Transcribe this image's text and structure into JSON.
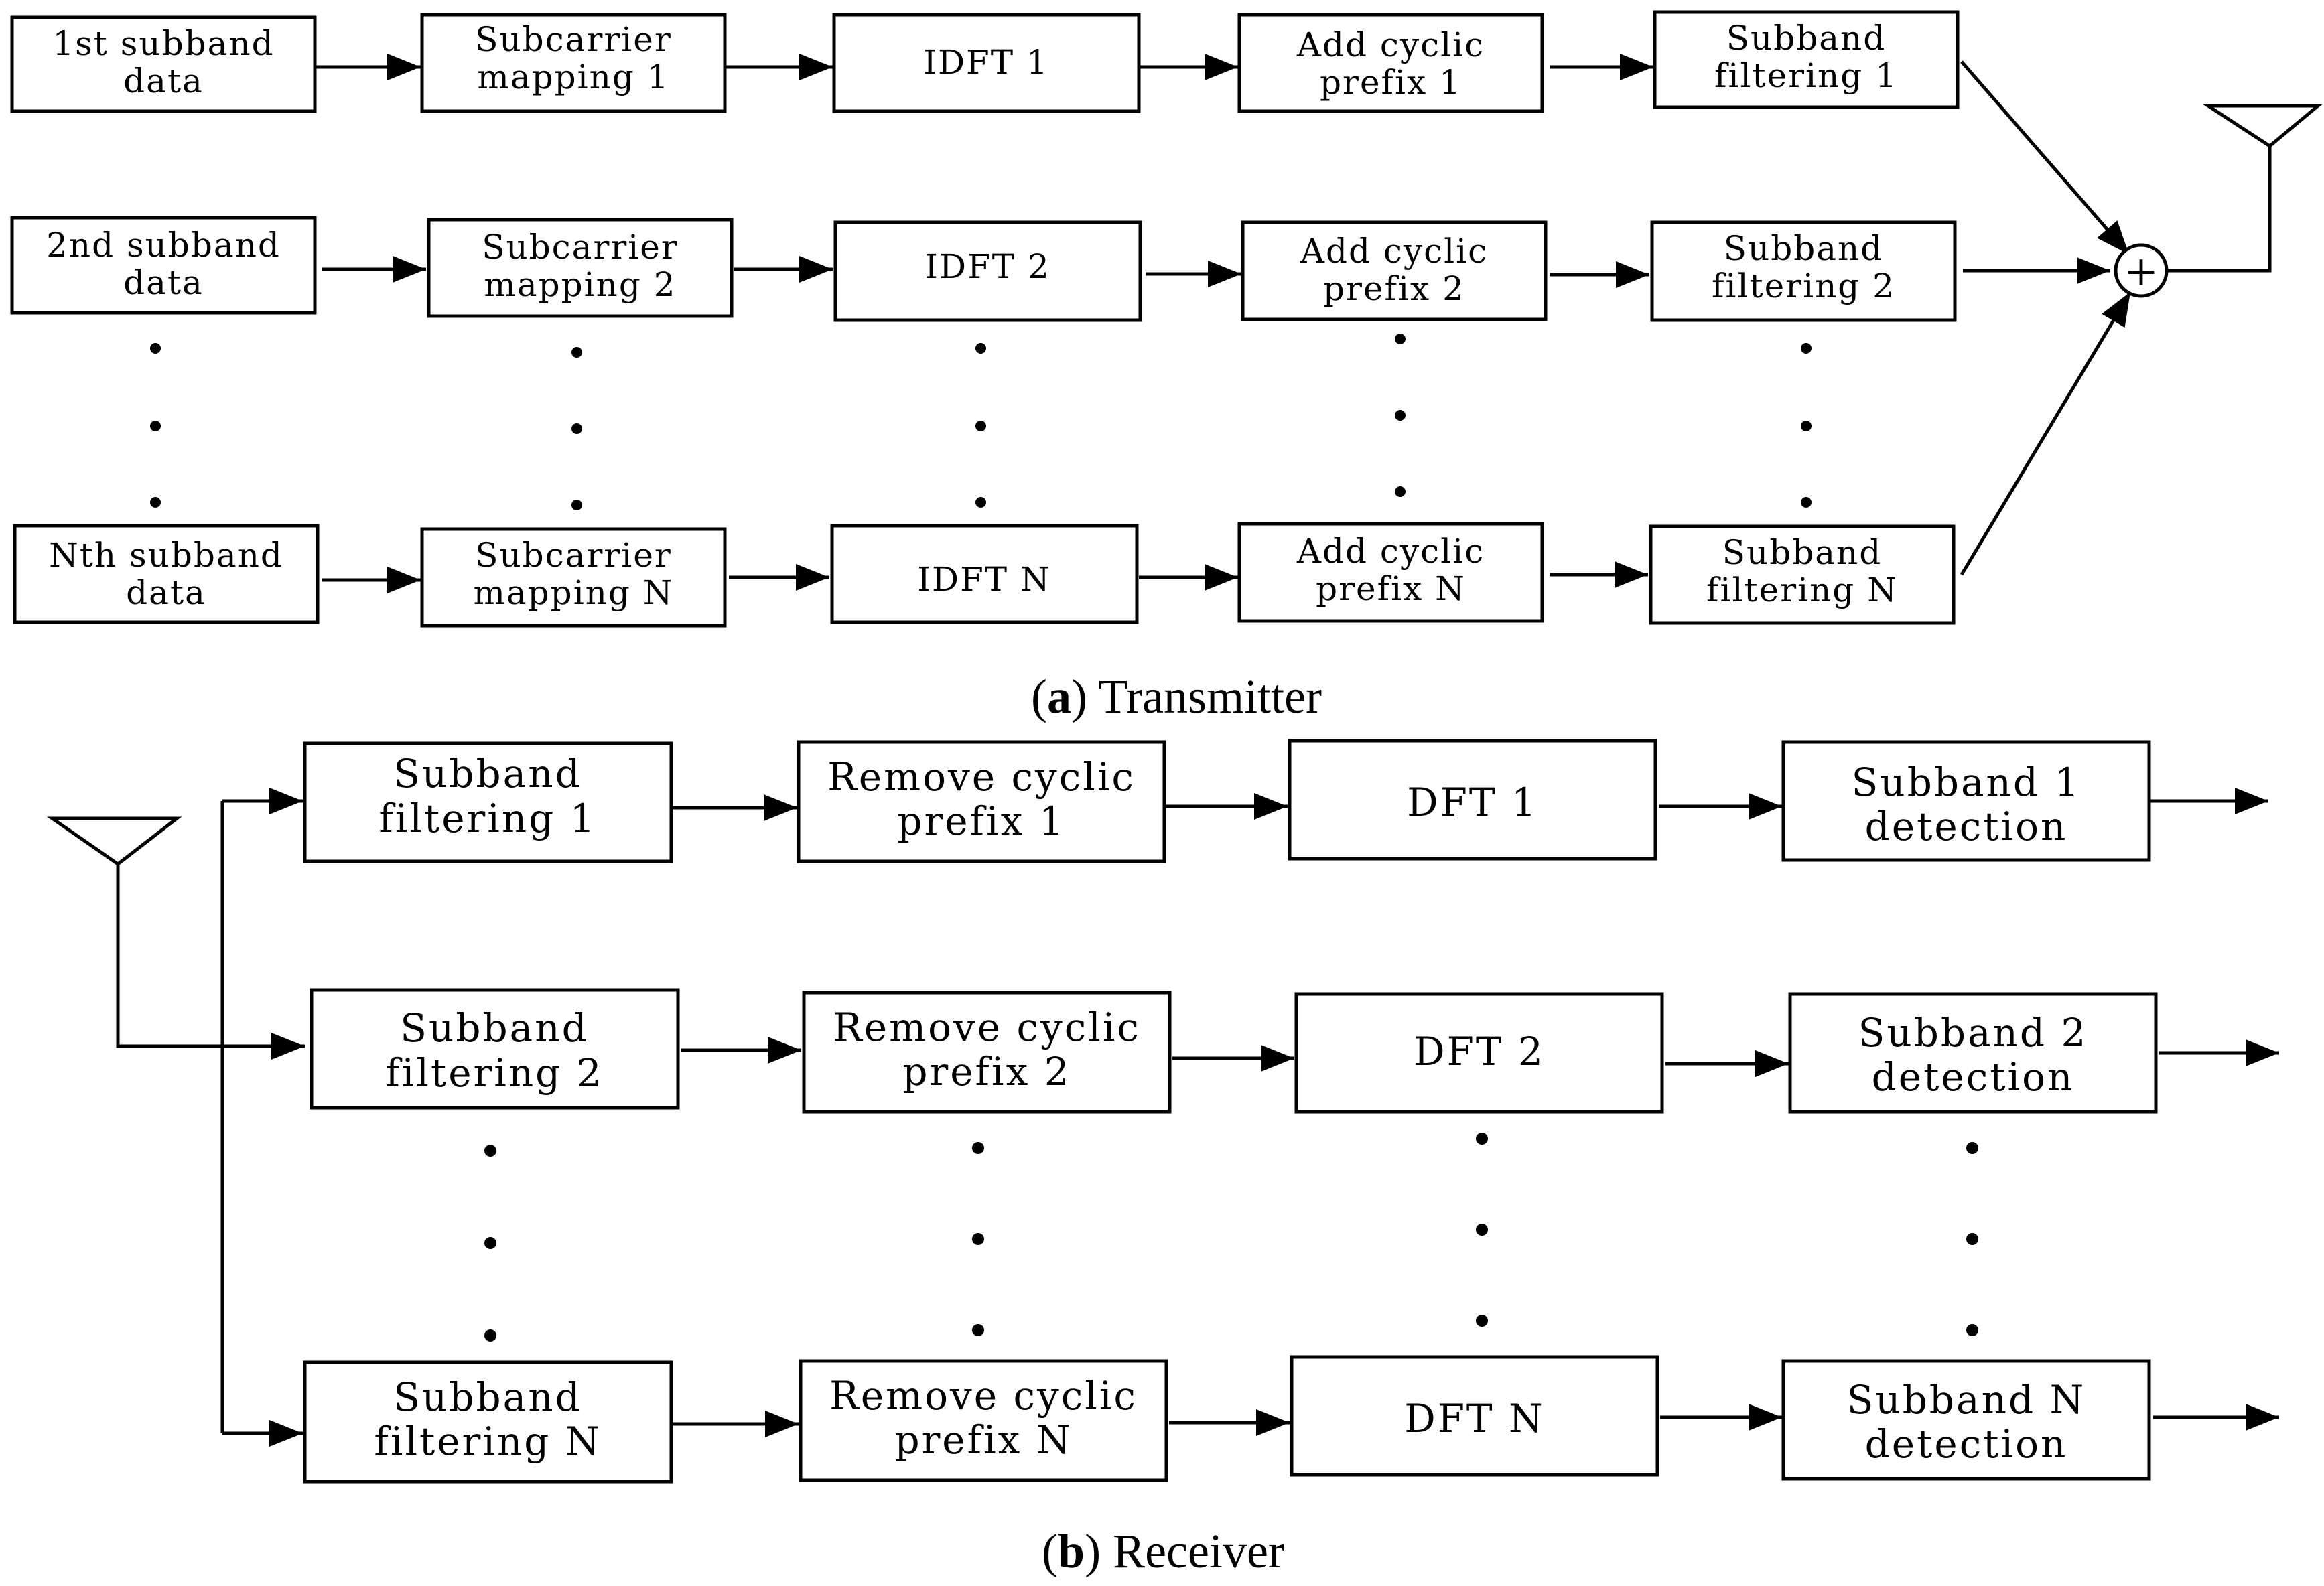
{
  "transmitter": {
    "caption_letter": "a",
    "caption_text": "Transmitter",
    "rows": [
      [
        "1st subband",
        "data",
        "Subcarrier",
        "mapping 1",
        "IDFT 1",
        "Add cyclic",
        "prefix 1",
        "Subband",
        "filtering 1"
      ],
      [
        "2nd subband",
        "data",
        "Subcarrier",
        "mapping 2",
        "IDFT 2",
        "Add cyclic",
        "prefix 2",
        "Subband",
        "filtering 2"
      ],
      [
        "Nth subband",
        "data",
        "Subcarrier",
        "mapping N",
        "IDFT N",
        "Add cyclic",
        "prefix N",
        "Subband",
        "filtering N"
      ]
    ],
    "combiner_symbol": "+"
  },
  "receiver": {
    "caption_letter": "b",
    "caption_text": "Receiver",
    "rows": [
      [
        "Subband",
        "filtering 1",
        "Remove cyclic",
        "prefix 1",
        "DFT 1",
        "Subband 1",
        "detection"
      ],
      [
        "Subband",
        "filtering 2",
        "Remove cyclic",
        "prefix 2",
        "DFT 2",
        "Subband 2",
        "detection"
      ],
      [
        "Subband",
        "filtering N",
        "Remove cyclic",
        "prefix N",
        "DFT N",
        "Subband N",
        "detection"
      ]
    ]
  },
  "icons": [
    "antenna-icon",
    "summation-icon"
  ]
}
